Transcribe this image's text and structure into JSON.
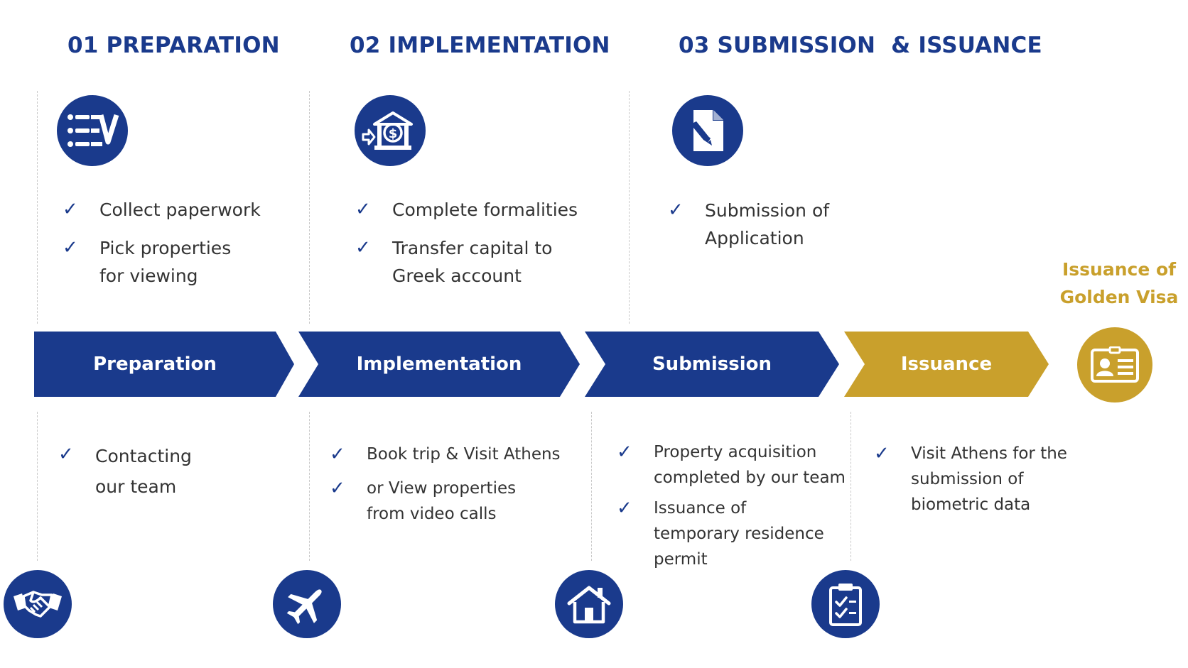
{
  "colors": {
    "navy": "#1a3a8c",
    "gold": "#c9a02c",
    "text": "#333333"
  },
  "phases": [
    {
      "heading": "01 PREPARATION",
      "icon": "checklist-icon",
      "top_items": [
        "Collect paperwork",
        "Pick properties\nfor viewing"
      ],
      "chevron": "Preparation",
      "bottom_items": [
        "Contacting\nour team"
      ],
      "bottom_icon": "handshake-icon"
    },
    {
      "heading": "02 IMPLEMENTATION",
      "icon": "bank-transfer-icon",
      "top_items": [
        "Complete formalities",
        "Transfer capital to\nGreek account"
      ],
      "chevron": "Implementation",
      "bottom_items": [
        "Book trip & Visit Athens",
        "or View properties\nfrom video calls"
      ],
      "bottom_icon": "airplane-icon"
    },
    {
      "heading": "03 SUBMISSION  & ISSUANCE",
      "icon": "document-pen-icon",
      "top_items": [
        "Submission of\nApplication"
      ],
      "chevron": "Submission",
      "bottom_items": [
        "Property acquisition\ncompleted by our team",
        "Issuance of\ntemporary residence\npermit"
      ],
      "bottom_icon": "house-icon"
    },
    {
      "chevron": "Issuance",
      "bottom_items": [
        "Visit Athens for the\nsubmission of\nbiometric data"
      ],
      "bottom_icon": "clipboard-check-icon"
    }
  ],
  "final": {
    "title": "Issuance of\nGolden Visa",
    "icon": "id-card-icon"
  }
}
